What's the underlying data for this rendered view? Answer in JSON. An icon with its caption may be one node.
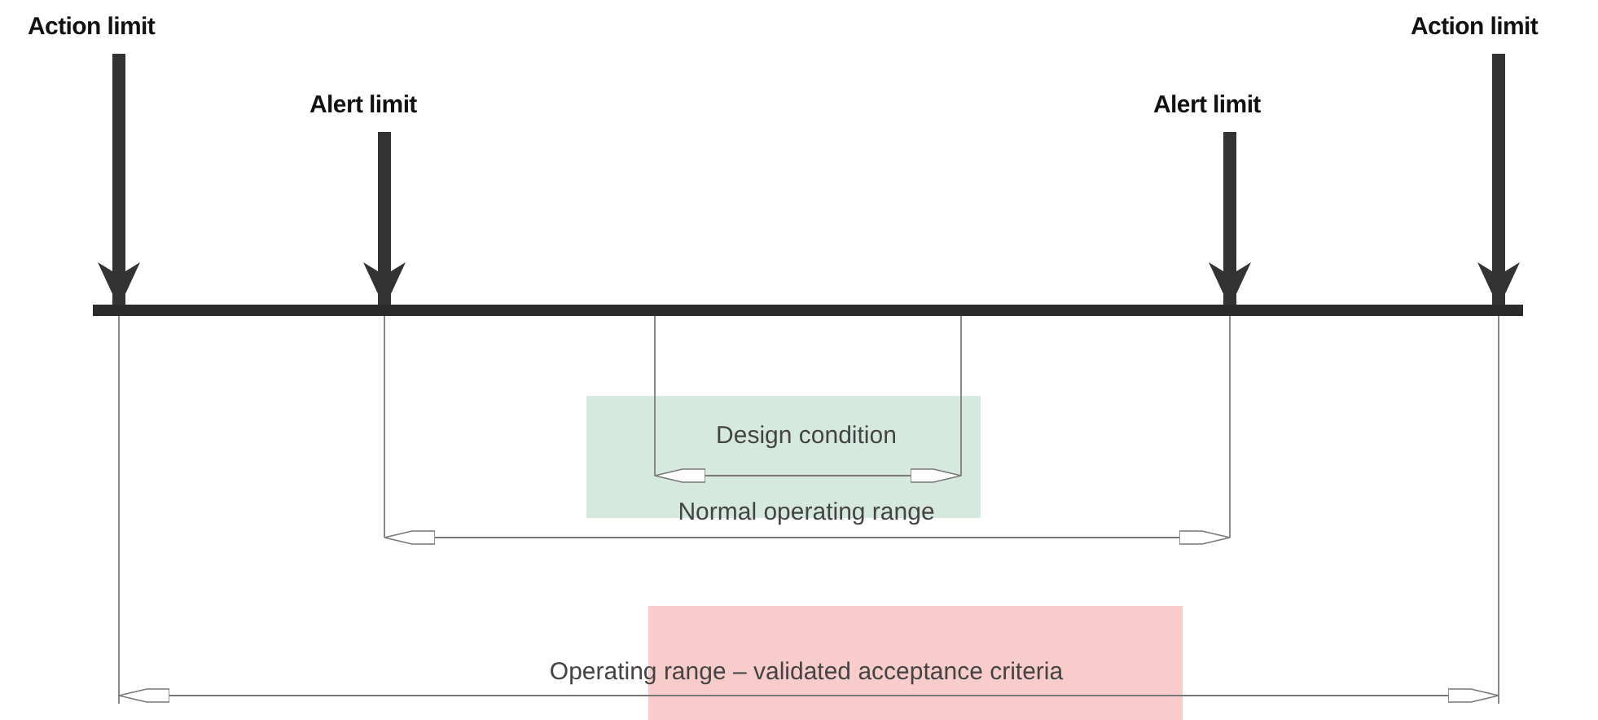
{
  "diagram": {
    "nodes": [
      {
        "text": [
          "Action limit"
        ]
      },
      {
        "text": [
          "Alert limit"
        ]
      },
      {
        "text": [
          "Alert limit"
        ]
      },
      {
        "text": [
          "Action limit"
        ]
      },
      {
        "text": [],
        "shape": "bar"
      }
    ],
    "edges": [
      {
        "from": 0,
        "to": 4,
        "arrow": "to"
      },
      {
        "from": 1,
        "to": 4,
        "arrow": "to"
      },
      {
        "from": 2,
        "to": 4,
        "arrow": "to"
      },
      {
        "from": 3,
        "to": 4,
        "arrow": "to"
      }
    ],
    "labels": [
      "Design condition",
      "Normal operating range",
      "Operating range – validated acceptance criteria"
    ]
  }
}
